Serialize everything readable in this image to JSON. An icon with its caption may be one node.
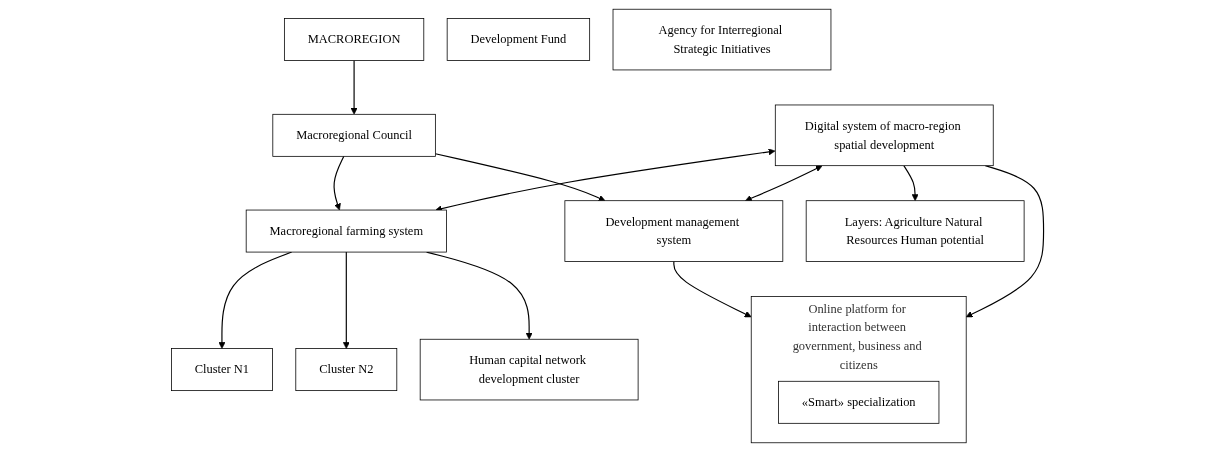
{
  "diagram": {
    "nodes": [
      {
        "text": [
          "MACROREGION"
        ]
      },
      {
        "text": [
          "Development Fund"
        ]
      },
      {
        "text": [
          "Macroregional Council"
        ]
      },
      {
        "text": [
          "Agency for Interregional Strategic Initiatives"
        ]
      },
      {
        "text": [
          "Macroregional farming system"
        ]
      },
      {
        "text": [
          "Development management system"
        ]
      },
      {
        "text": [
          "Digital system of macro-region spatial development"
        ]
      },
      {
        "text": [
          "Cluster N1"
        ]
      },
      {
        "text": [
          "Cluster N2"
        ]
      },
      {
        "text": [
          "Human capital network development cluster"
        ]
      },
      {
        "text": [
          "Layers: Agriculture Natural Resources Human potential"
        ]
      },
      {
        "text": [
          "Online platform for interaction between government, business and citizens"
        ]
      },
      {
        "text": [
          "«Smart» specialization"
        ],
        "in": 11
      }
    ],
    "edges": [
      {
        "from": 0,
        "to": 2,
        "arrow": "to"
      },
      {
        "from": 2,
        "to": 4,
        "arrow": "to"
      },
      {
        "from": 2,
        "to": 5,
        "arrow": "to"
      },
      {
        "from": 6,
        "to": 4,
        "arrow": "both"
      },
      {
        "from": 6,
        "to": 5,
        "arrow": "both"
      },
      {
        "from": 4,
        "to": 7,
        "arrow": "to"
      },
      {
        "from": 4,
        "to": 8,
        "arrow": "to"
      },
      {
        "from": 4,
        "to": 9,
        "arrow": "to"
      },
      {
        "from": 5,
        "to": 11,
        "arrow": "to"
      },
      {
        "from": 6,
        "to": 11,
        "arrow": "to"
      },
      {
        "from": 6,
        "to": 10,
        "arrow": "to"
      }
    ]
  }
}
